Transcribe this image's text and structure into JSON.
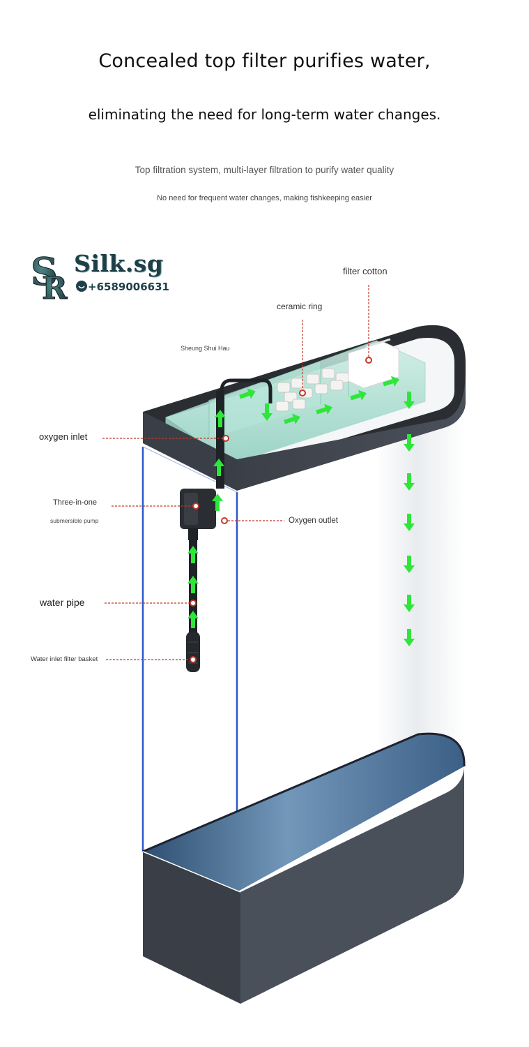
{
  "header": {
    "title_line1": "Concealed top filter purifies water,",
    "title_line2": "eliminating the need for long-term water changes.",
    "subtitle_line1": "Top filtration system, multi-layer filtration to purify water quality",
    "subtitle_line2": "No need for frequent water changes, making fishkeeping easier"
  },
  "brand": {
    "name": "Silk.sg",
    "phone": "+6589006631",
    "logo_letters": "SR"
  },
  "labels": {
    "filter_cotton": "filter cotton",
    "ceramic_ring": "ceramic ring",
    "location": "Sheung Shui Hau",
    "oxygen_inlet": "oxygen inlet",
    "pump_line1": "Three-in-one",
    "pump_line2": "submersible pump",
    "oxygen_outlet": "Oxygen outlet",
    "water_pipe": "water pipe",
    "filter_basket": "Water inlet filter basket"
  },
  "colors": {
    "tank_frame": "#3d434c",
    "flow_arrow": "#2ee63a",
    "leader_line": "#c0392b",
    "water": "#6f93b5",
    "glass_edge": "#2d57c9"
  }
}
